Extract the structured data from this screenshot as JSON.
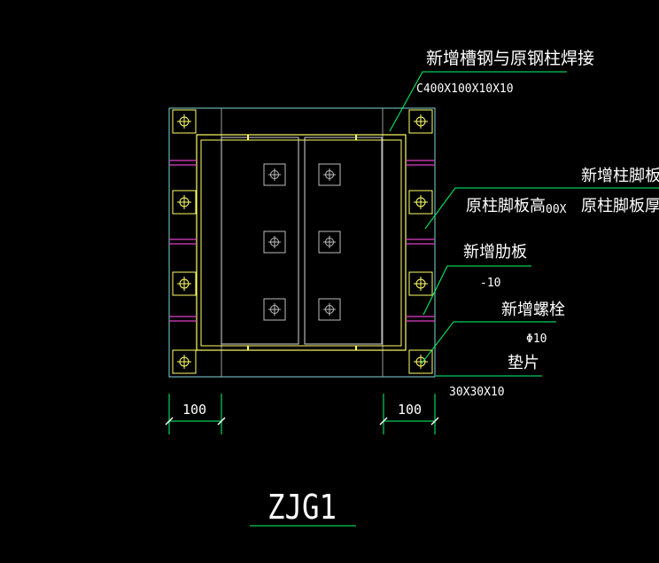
{
  "colors": {
    "background": "#000000",
    "base_plate": "#7fd6d6",
    "channel": "#ffff66",
    "stiffener": "#e040c8",
    "leader": "#00ff66",
    "text": "#ffffff",
    "gray": "#bdbdbd"
  },
  "annotations": {
    "channel_weld_title": "新增槽钢与原钢柱焊接",
    "channel_spec": "C400X100X10X10",
    "new_base_plate": "新增柱脚板",
    "base_plate_note_left": "原柱脚板高",
    "base_plate_note_mid": "00X",
    "base_plate_note_right": "原柱脚板厚",
    "new_rib": "新增肋板",
    "rib_spec": "-10",
    "new_bolt": "新增螺栓",
    "bolt_spec": "Φ10",
    "washer": "垫片",
    "washer_spec": "30X30X10"
  },
  "dimensions": {
    "left_width": "100",
    "right_width": "100"
  },
  "title": "ZJG1",
  "icons": [
    "anchor-bolt-icon",
    "original-bolt-icon"
  ]
}
